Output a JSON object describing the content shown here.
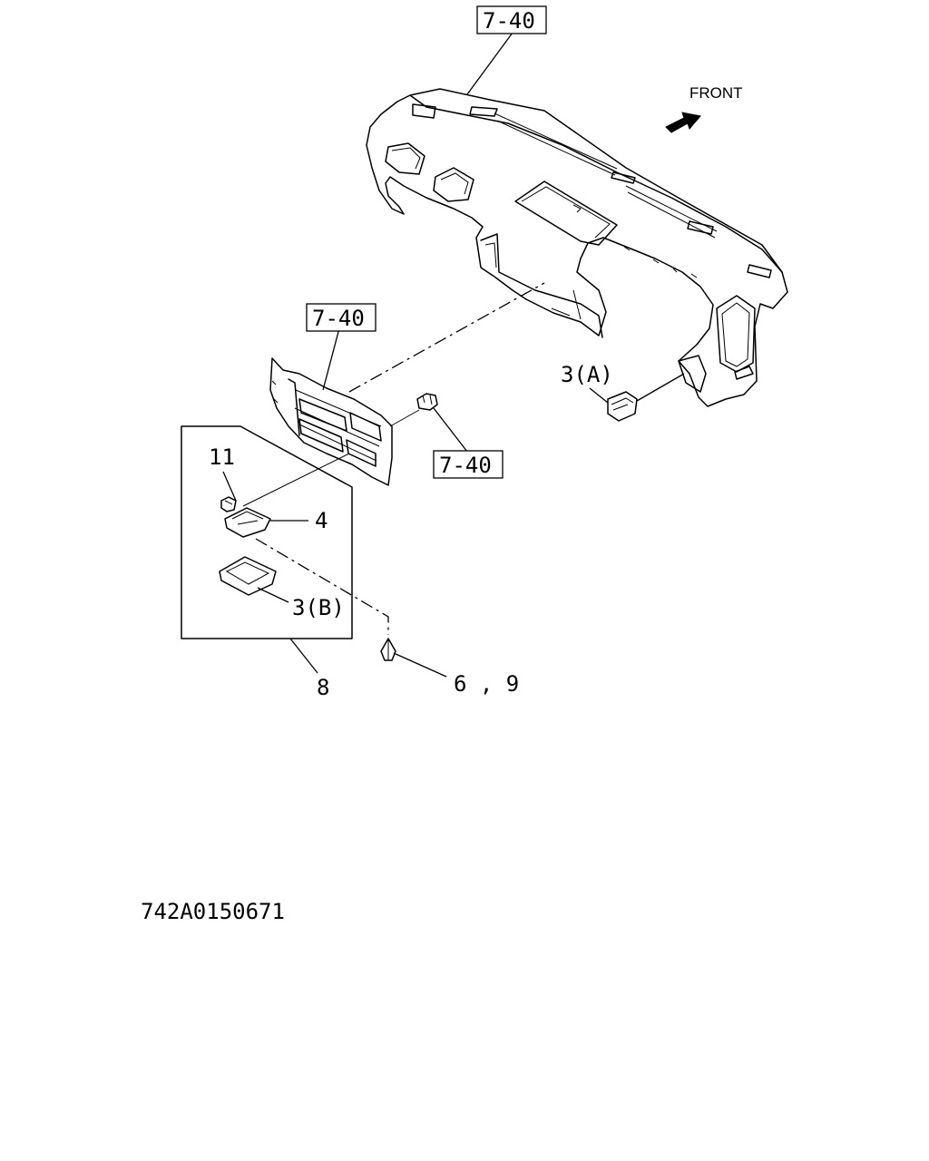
{
  "diagram": {
    "references": {
      "top": "7-40",
      "middle": "7-40",
      "right": "7-40"
    },
    "direction_label": "FRONT",
    "part_labels": {
      "p11": "11",
      "p4": "4",
      "p3b": "3(B)",
      "p3a": "3(A)",
      "p8": "8",
      "p69": "6 , 9"
    },
    "drawing_code": "742A0150671"
  }
}
